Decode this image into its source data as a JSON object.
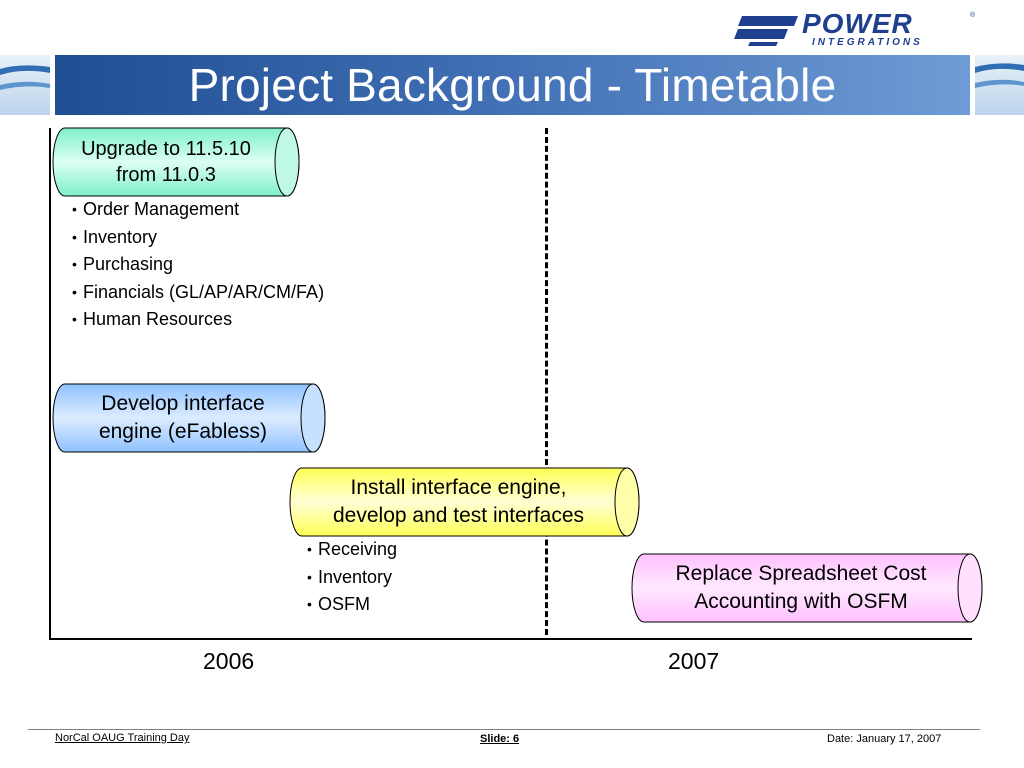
{
  "slide": {
    "title": "Project Background - Timetable",
    "logo": {
      "word": "POWER",
      "sub": "INTEGRATIONS",
      "mark": "®"
    }
  },
  "timeline": {
    "years": [
      "2006",
      "2007"
    ],
    "phases": [
      {
        "label": "Upgrade to 11.5.10\nfrom 11.0.3",
        "fill": "#7ff0cc",
        "fill_light": "#dcfff2",
        "cap": "#bff8e6"
      },
      {
        "label": "Develop interface\nengine (eFabless)",
        "fill": "#8fc2ff",
        "fill_light": "#dcecff",
        "cap": "#c6e0ff"
      },
      {
        "label": "Install interface engine,\ndevelop and test interfaces",
        "fill": "#ffff55",
        "fill_light": "#ffffd6",
        "cap": "#ffffaa"
      },
      {
        "label": "Replace Spreadsheet Cost\nAccounting with OSFM",
        "fill": "#ffc0ff",
        "fill_light": "#ffe9ff",
        "cap": "#ffe0ff"
      }
    ],
    "upgrade_modules": [
      "Order Management",
      "Inventory",
      "Purchasing",
      "Financials (GL/AP/AR/CM/FA)",
      "Human Resources"
    ],
    "interface_modules": [
      "Receiving",
      "Inventory",
      "OSFM"
    ]
  },
  "footer": {
    "event": "NorCal OAUG Training Day",
    "slide": "Slide: 6",
    "date": "Date: January 17, 2007"
  }
}
